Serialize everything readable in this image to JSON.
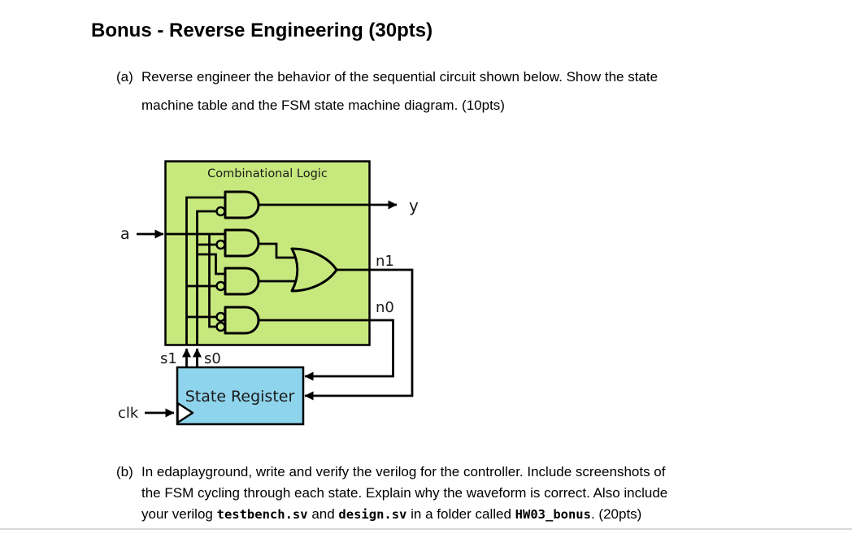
{
  "title": "Bonus - Reverse Engineering (30pts)",
  "part_a": {
    "label": "(a)",
    "line1": "Reverse engineer the behavior of the sequential circuit shown below.  Show the state",
    "line2": "machine table and the FSM state machine diagram. (10pts)"
  },
  "part_b": {
    "label": "(b)",
    "line1": "In edaplayground, write and verify the verilog for the controller. Include screenshots of",
    "line2": "the FSM cycling through each state. Explain why the waveform is correct.  Also include",
    "line3": {
      "pre": "your verilog ",
      "file1": "testbench.sv",
      "mid1": " and ",
      "file2": "design.sv",
      "mid2": "  in a folder called ",
      "folder": "HW03_bonus",
      "post": ". (20pts)"
    }
  },
  "diagram": {
    "combinational_logic_label": "Combinational Logic",
    "state_register_label": "State Register",
    "signals": {
      "a": "a",
      "y": "y",
      "n1": "n1",
      "n0": "n0",
      "s1": "s1",
      "s0": "s0",
      "clk": "clk"
    },
    "colors": {
      "logic_block_fill": "#c7e87d",
      "register_fill": "#8ed4ec",
      "wire": "#000000",
      "clock_triangle_fill": "#ffffff"
    },
    "gates": [
      {
        "id": "and1",
        "type": "AND",
        "inverted_inputs": "bottom",
        "output_to": "y"
      },
      {
        "id": "and2",
        "type": "AND",
        "inverted_inputs": "bottom",
        "output_to": "or-gate"
      },
      {
        "id": "and3",
        "type": "AND",
        "inverted_inputs": "bottom",
        "output_to": "or-gate"
      },
      {
        "id": "and4",
        "type": "AND",
        "inverted_inputs": "both",
        "output_to": "n0"
      },
      {
        "id": "or1",
        "type": "OR",
        "output_to": "n1"
      }
    ]
  }
}
